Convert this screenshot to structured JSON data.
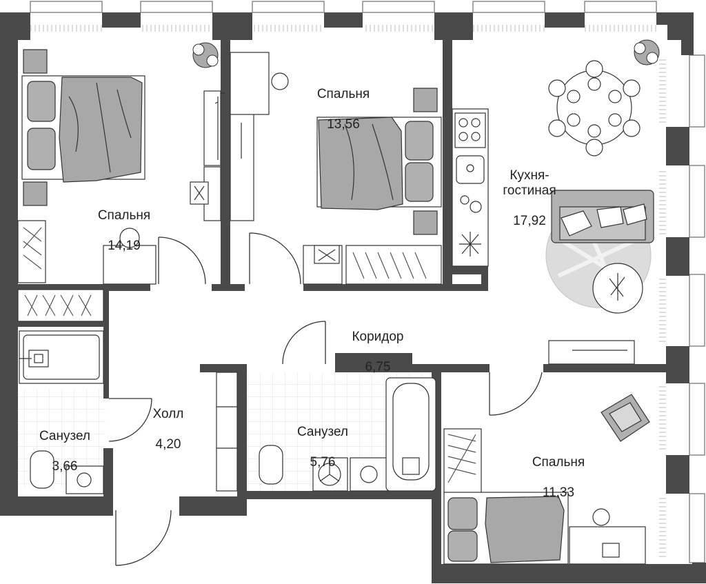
{
  "rooms": [
    {
      "id": "bedroom-1",
      "name": "Спальня",
      "area": "14,19"
    },
    {
      "id": "bedroom-2",
      "name": "Спальня",
      "area": "13,56"
    },
    {
      "id": "kitchen-living",
      "name": "Кухня-\nгостиная",
      "area": "17,92"
    },
    {
      "id": "corridor",
      "name": "Коридор",
      "area": "6,75"
    },
    {
      "id": "hall",
      "name": "Холл",
      "area": "4,20"
    },
    {
      "id": "bathroom-1",
      "name": "Санузел",
      "area": "3,66"
    },
    {
      "id": "bathroom-2",
      "name": "Санузел",
      "area": "5,76"
    },
    {
      "id": "bedroom-3",
      "name": "Спальня",
      "area": "11,33"
    }
  ],
  "colors": {
    "wall": "#4a4a4a",
    "wall_dark": "#3a3a3a",
    "furniture": "#a9a9a9",
    "line": "#333333",
    "tile": "#e4e4e4"
  }
}
